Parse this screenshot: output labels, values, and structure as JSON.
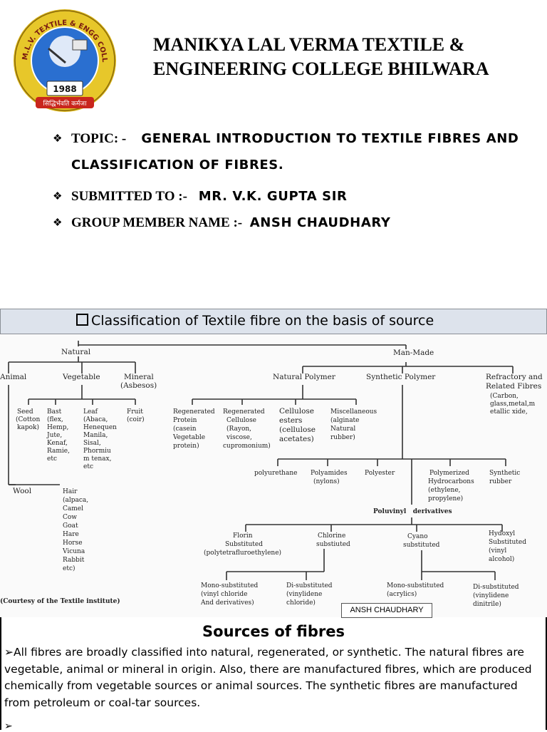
{
  "header": {
    "college_name": "MANIKYA LAL VERMA TEXTILE & ENGINEERING COLLEGE BHILWARA",
    "logo": {
      "ring_text": "M.L.V. TEXTILE & ENGG COLLEGE BHILWARA",
      "year": "1988",
      "motto": "सिद्धिर्भवति कर्मजा"
    }
  },
  "bullets": [
    {
      "label": "TOPIC: -",
      "value": "GENERAL INTRODUCTION TO TEXTILE FIBRES AND CLASSIFICATION OF FIBRES."
    },
    {
      "label": "SUBMITTED TO :-",
      "value": "MR. V.K. GUPTA SIR"
    },
    {
      "label": "GROUP MEMBER NAME :-",
      "value": "ANSH CHAUDHARY"
    }
  ],
  "classification": {
    "title": "Classification of Textile fibre on the basis of source",
    "natural": "Natural",
    "man_made": "Man-Made",
    "animal": "Animal",
    "vegetable": "Vegetable",
    "mineral": [
      "Mineral",
      "(Asbesos)"
    ],
    "natural_polymer": "Natural Polymer",
    "synthetic_polymer": "Synthetic Polymer",
    "refractory": [
      "Refractory and",
      "Related Fibres",
      "(Carbon,",
      "glass,metal,m",
      "etallic xide,"
    ],
    "seed": [
      "Seed",
      "(Cotton",
      "kapok)"
    ],
    "bast": [
      "Bast",
      "(flex,",
      "Hemp,",
      "Jute,",
      "Kenaf,",
      "Ramie,",
      "etc"
    ],
    "leaf": [
      "Leaf",
      "(Abaca,",
      "Henequen",
      "Manila,",
      "Sisal,",
      "Phormiu",
      "m tenax,",
      "etc"
    ],
    "fruit": [
      "Fruit",
      "(coir)"
    ],
    "regen_protein": [
      "Regenerated",
      "Protein",
      "(casein",
      "Vegetable",
      "protein)"
    ],
    "regen_cellulose": [
      "Regenerated",
      "Cellulose",
      "(Rayon,",
      "viscose,",
      "cupromonium)"
    ],
    "cellulose_esters": [
      "Cellulose",
      "esters",
      "(cellulose",
      "acetates)"
    ],
    "misc": [
      "Miscellaneous",
      "(alginate",
      "Natural",
      "rubber)"
    ],
    "polyurethane": "polyurethane",
    "polyamides": [
      "Polyamides",
      "(nylons)"
    ],
    "polyester": "Polyester",
    "polymerized": [
      "Polymerized",
      "Hydrocarbons",
      "(ethylene,",
      "propylene)"
    ],
    "synthetic_rubber": [
      "Synthetic",
      "rubber"
    ],
    "wool": "Wool",
    "hair": [
      "Hair",
      "(alpaca,",
      "Camel",
      "Cow",
      "Goat",
      "Hare",
      "Horse",
      "Vicuna",
      "Rabbit",
      "etc)"
    ],
    "polyvinyl": "Poluvinyl   derivatives",
    "florin": [
      "Florin",
      "Substituted",
      "(polytetrafluroethylene)"
    ],
    "chlorine": [
      "Chlorine",
      "substiuted"
    ],
    "cyano": [
      "Cyano",
      "substituted"
    ],
    "hydroxyl": [
      "Hydoxyl",
      "Substituted",
      "(vinyl",
      "alcohol)"
    ],
    "mono_chloride": [
      "Mono-substituted",
      "(vinyl chloride",
      "And derivatives)"
    ],
    "di_chloride": [
      "Di-substituted",
      "(vinylidene",
      "chloride)"
    ],
    "mono_acrylic": [
      "Mono-substituted",
      "(acrylics)"
    ],
    "di_nitrile": [
      "Di-substituted",
      "(vinylidene",
      "dinitrile)"
    ],
    "courtesy": "(Courtesy of the Textile institute)",
    "author_box": "ANSH CHAUDHARY"
  },
  "sources": {
    "title": "Sources of fibres",
    "paragraph": "➢All fibres are broadly classified into natural, regenerated, or synthetic. The natural fibres are vegetable, animal or mineral in origin. Also, there are manufactured fibres, which are produced chemically from vegetable sources or animal sources. The synthetic fibres are manufactured from petroleum or coal-tar sources.",
    "next_marker": "➢"
  },
  "colors": {
    "logo_ring": "#e3c31a",
    "logo_inner": "#2a6fd0",
    "logo_bottom": "#c9261d",
    "header_bg": "#dde3ec"
  }
}
